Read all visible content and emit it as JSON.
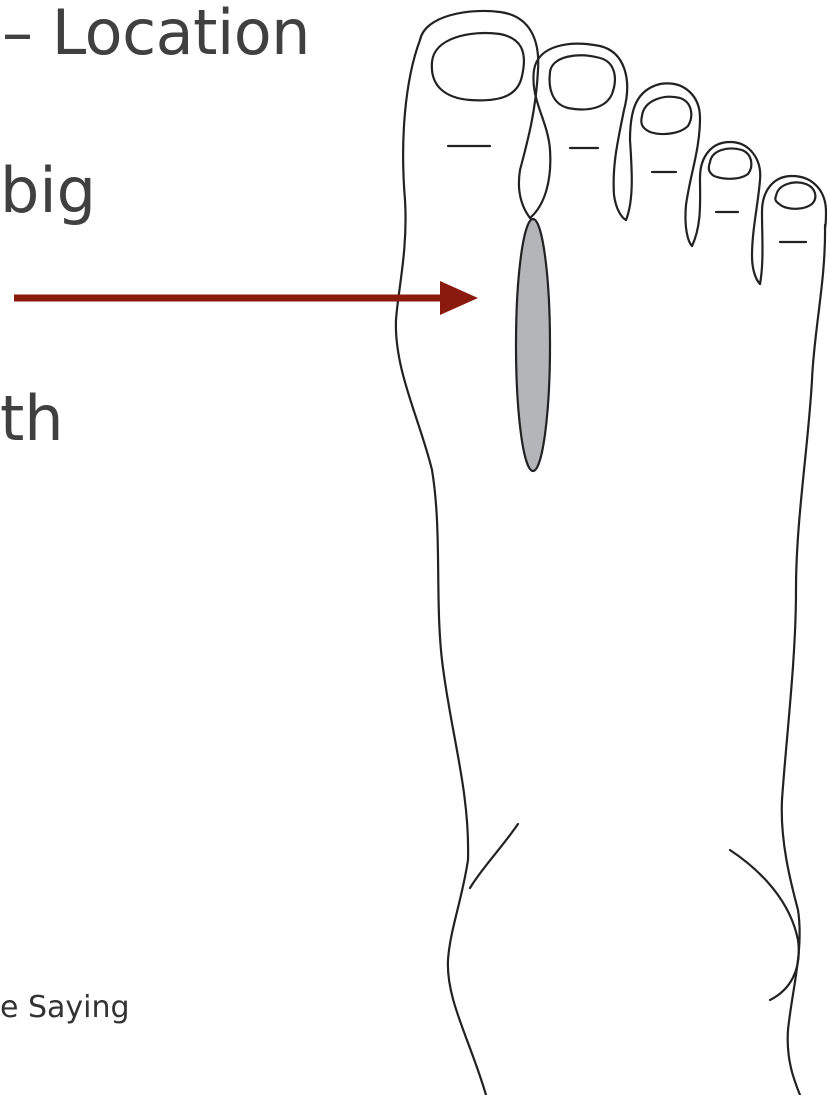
{
  "slide": {
    "title_fragment": "– Location",
    "line_1_fragment": "big",
    "line_2_fragment": "th",
    "footer_fragment": "e Saying"
  },
  "diagram": {
    "subject": "top view of right foot",
    "highlight_region": "between first and second metatarsal heads",
    "highlight_color": "#b3b5b8",
    "arrow_color": "#8b1a0e",
    "outline_color": "#222222"
  }
}
